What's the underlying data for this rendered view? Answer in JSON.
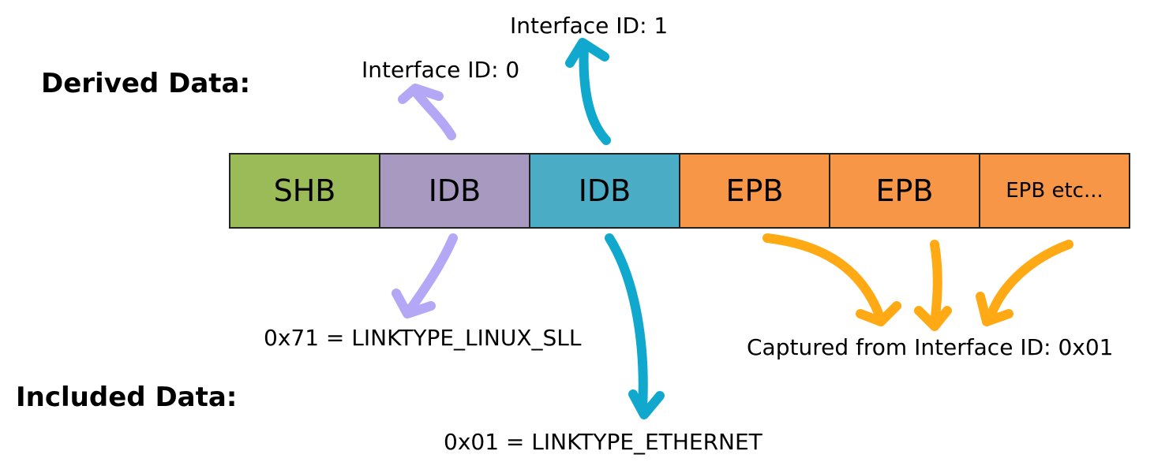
{
  "headings": {
    "derived": "Derived Data:",
    "included": "Included Data:"
  },
  "blocks": [
    {
      "label": "SHB",
      "color": "#9bbb59"
    },
    {
      "label": "IDB",
      "color": "#a899c1"
    },
    {
      "label": "IDB",
      "color": "#4bacc6"
    },
    {
      "label": "EPB",
      "color": "#f79646"
    },
    {
      "label": "EPB",
      "color": "#f79646"
    },
    {
      "label": "EPB etc...",
      "color": "#f79646"
    }
  ],
  "annotations": {
    "interface_id_0": "Interface ID: 0",
    "interface_id_1": "Interface ID: 1",
    "linktype_sll": "0x71 = LINKTYPE_LINUX_SLL",
    "linktype_ethernet": "0x01 = LINKTYPE_ETHERNET",
    "captured_from": "Captured from Interface ID: 0x01"
  },
  "arrow_colors": {
    "lavender": "#b4a7f5",
    "cyan": "#10a8cc",
    "amber": "#ffaa14"
  }
}
